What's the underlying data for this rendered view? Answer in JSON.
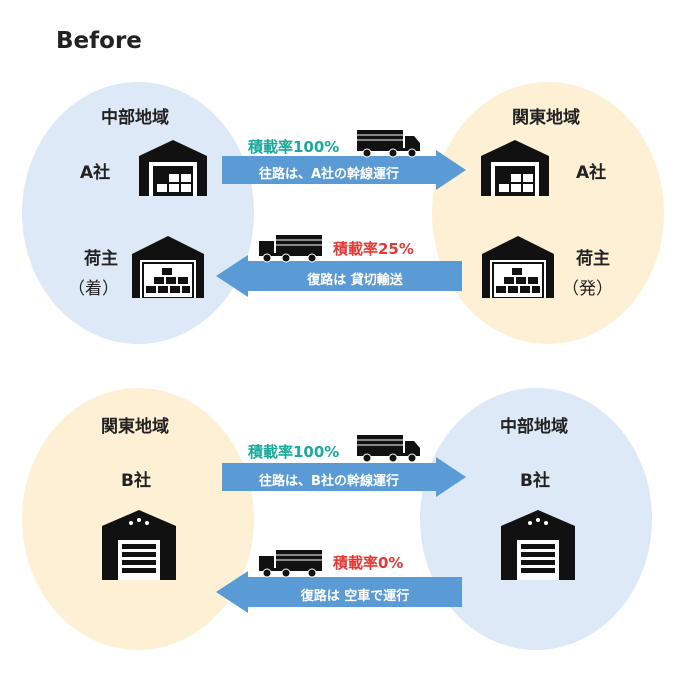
{
  "title": "Before",
  "colors": {
    "blue_region": "#dde9f6",
    "yellow_region": "#fdf0d4",
    "arrow": "#5b9bd5",
    "rate_full": "#1aa99a",
    "rate_low": "#e53935"
  },
  "scenario_a": {
    "left_region": "中部地域",
    "right_region": "関東地域",
    "left_company": "A社",
    "right_company": "A社",
    "left_shipper_line1": "荷主",
    "left_shipper_line2": "（着）",
    "right_shipper_line1": "荷主",
    "right_shipper_line2": "（発）",
    "outbound_rate": "積載率100%",
    "outbound_text": "往路は、A社の幹線運行",
    "return_rate": "積載率25%",
    "return_text": "復路は 貸切輸送"
  },
  "scenario_b": {
    "left_region": "関東地域",
    "right_region": "中部地域",
    "left_company": "B社",
    "right_company": "B社",
    "outbound_rate": "積載率100%",
    "outbound_text": "往路は、B社の幹線運行",
    "return_rate": "積載率0%",
    "return_text": "復路は 空車で運行"
  },
  "icons": {
    "warehouse": "warehouse-icon",
    "shipper_warehouse": "shipper-warehouse-icon",
    "truck": "truck-icon",
    "depot": "depot-icon"
  }
}
